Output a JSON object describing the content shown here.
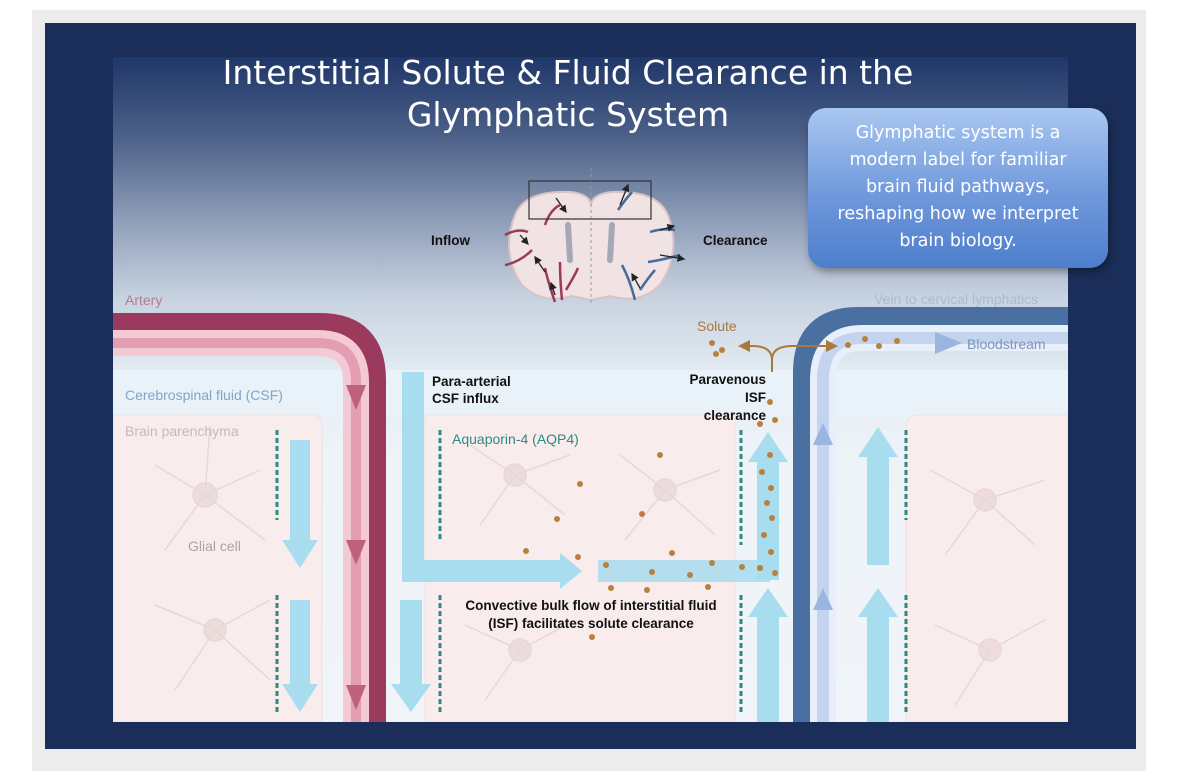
{
  "title": "Interstitial Solute & Fluid Clearance in the\nGlymphatic System",
  "callout": "Glymphatic system is a\nmodern label for familiar\nbrain fluid pathways,\nreshaping how we interpret\nbrain biology.",
  "labels": {
    "inflow": "Inflow",
    "clearance": "Clearance",
    "artery": "Artery",
    "vein": "Vein to cervical lymphatics",
    "solute": "Solute",
    "bloodstream": "Bloodstream",
    "csf": "Cerebrospinal fluid (CSF)",
    "parenchyma": "Brain parenchyma",
    "glial": "Glial cell",
    "para_arterial": "Para-arterial\nCSF influx",
    "paravenous": "Paravenous\nISF\nclearance",
    "aqp4": "Aquaporin-4 (AQP4)",
    "convective": "Convective bulk flow of interstitial fluid\n(ISF) facilitates solute clearance"
  },
  "colors": {
    "background": "#1b2e59",
    "artery": "#9c3a5e",
    "vein": "#466c9a",
    "csf_flow": "#a8dcef",
    "parenchyma": "#f7e9e9",
    "aqp4": "#2e8a82",
    "solute": "#b8803c",
    "callout": "#6f98dc"
  }
}
